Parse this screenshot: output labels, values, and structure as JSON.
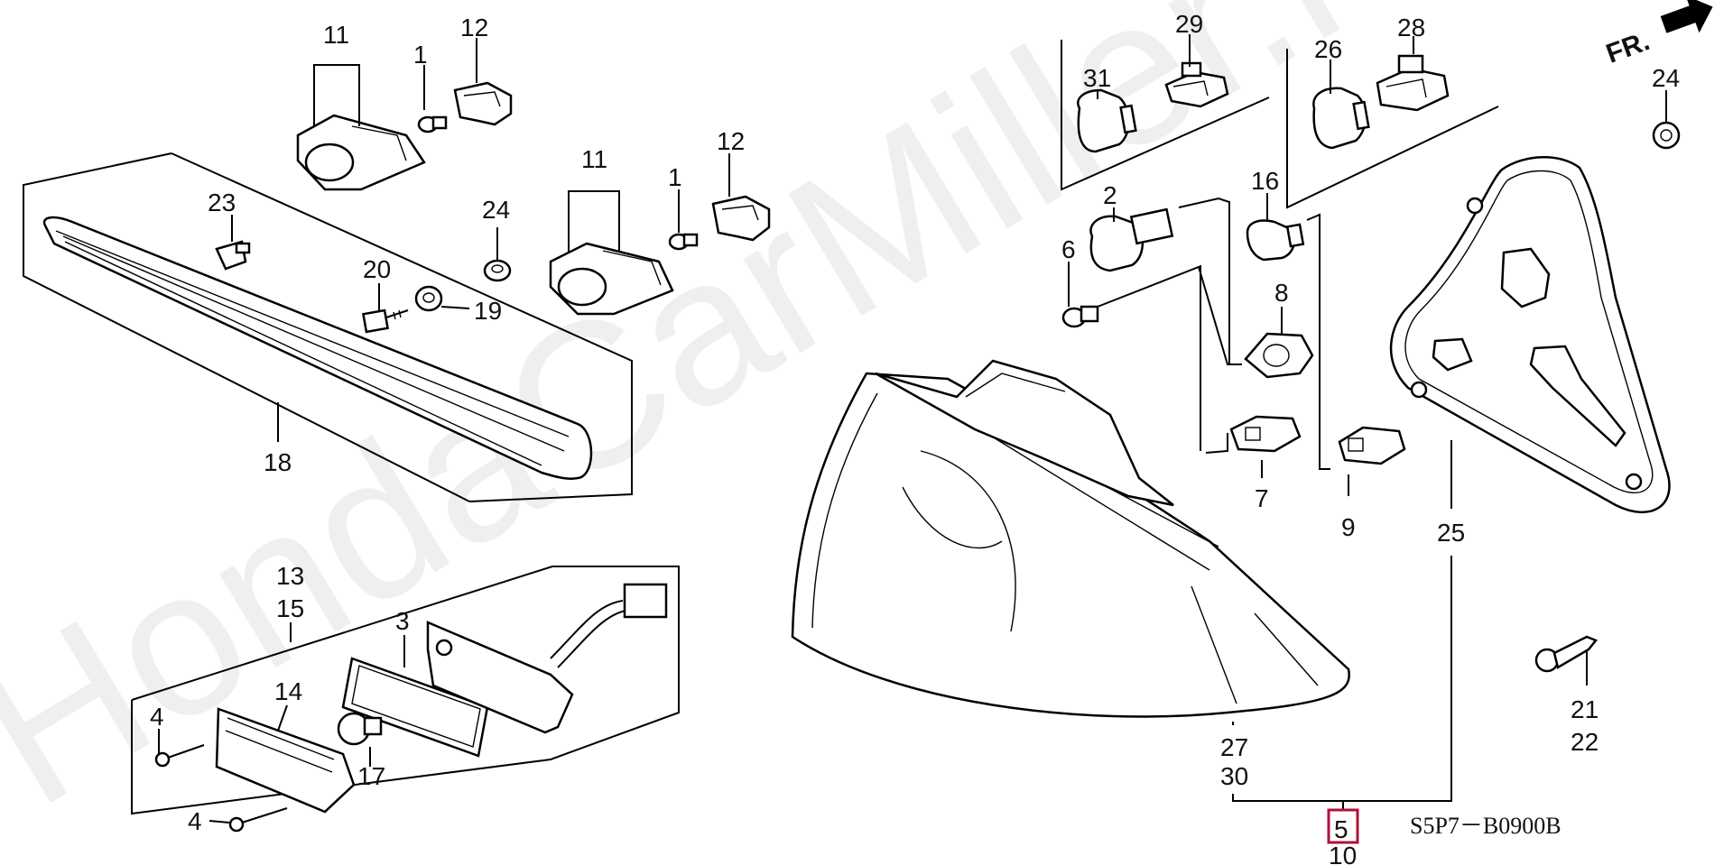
{
  "diagram": {
    "watermark": "HondaCarMiller.ru",
    "code": "S5P7－B0900B",
    "direction": "FR.",
    "highlight_color": "#b0103a",
    "callouts": {
      "c11a": "11",
      "c1a": "1",
      "c12a": "12",
      "c11b": "11",
      "c1b": "1",
      "c12b": "12",
      "c23": "23",
      "c24a": "24",
      "c20": "20",
      "c19": "19",
      "c18": "18",
      "c13": "13",
      "c15": "15",
      "c3": "3",
      "c14": "14",
      "c4a": "4",
      "c4b": "4",
      "c17": "17",
      "c29": "29",
      "c31": "31",
      "c26": "26",
      "c28": "28",
      "c24b": "24",
      "c2": "2",
      "c16": "16",
      "c6": "6",
      "c8": "8",
      "c7": "7",
      "c9": "9",
      "c25": "25",
      "c21": "21",
      "c22": "22",
      "c27": "27",
      "c30": "30",
      "c5": "5",
      "c10": "10"
    }
  }
}
